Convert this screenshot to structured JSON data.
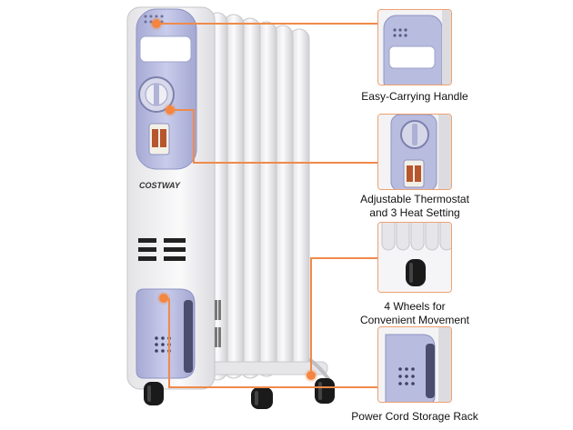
{
  "product": {
    "brand": "COSTWAY",
    "colors": {
      "accent": "#f5853f",
      "body": "#eeeeef",
      "panel": "#b9bde0",
      "wheel": "#1a1a1a"
    }
  },
  "callouts": [
    {
      "id": "handle",
      "label": "Easy-Carrying Handle"
    },
    {
      "id": "thermostat",
      "label_line1": "Adjustable Thermostat",
      "label_line2": "and 3 Heat Setting"
    },
    {
      "id": "wheels",
      "label_line1": "4 Wheels for",
      "label_line2": "Convenient Movement"
    },
    {
      "id": "cord",
      "label": "Power Cord Storage Rack"
    }
  ]
}
